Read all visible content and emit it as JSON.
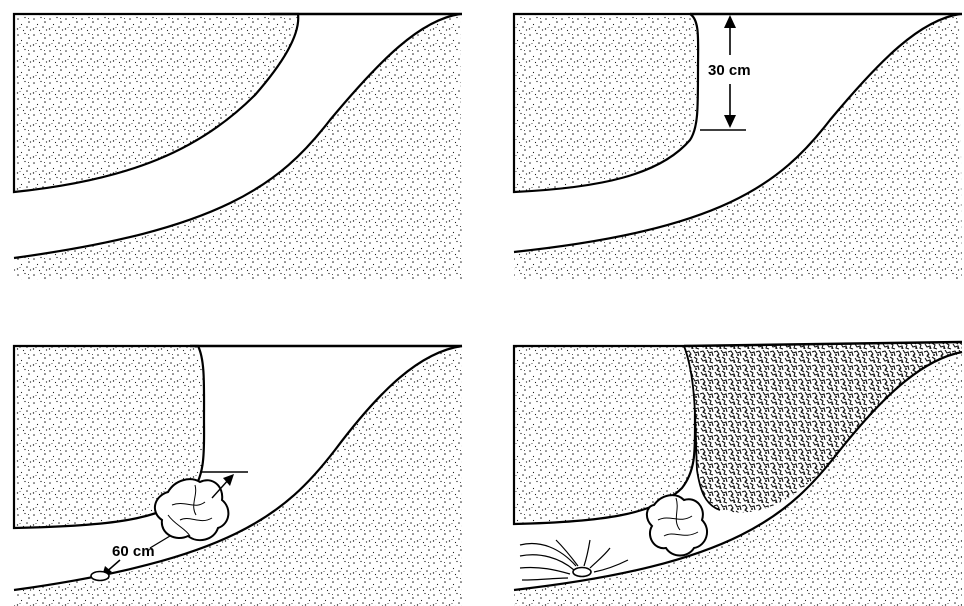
{
  "figure": {
    "panels": [
      {
        "id": "top-left"
      },
      {
        "id": "top-right",
        "label": "30 cm"
      },
      {
        "id": "bottom-left",
        "label": "60 cm"
      },
      {
        "id": "bottom-right"
      }
    ],
    "colors": {
      "ink": "#000000",
      "paper": "#ffffff",
      "soil_dots": "#1a1a1a",
      "backfill_texture": "#111111"
    }
  }
}
